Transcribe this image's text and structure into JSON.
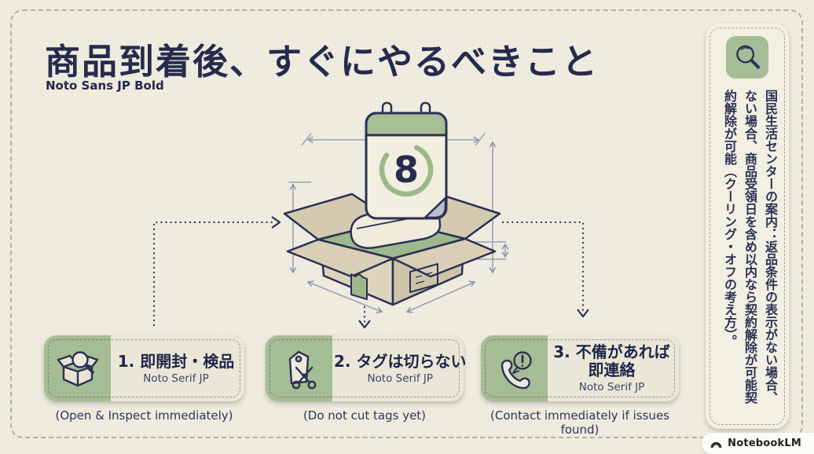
{
  "header": {
    "title": "商品到着後、すぐにやるべきこと",
    "font_label": "Noto Sans JP Bold"
  },
  "illustration": {
    "calendar_day": "8"
  },
  "sidebar": {
    "icon": "magnifier-icon",
    "text": "国民生活センターの案内：返品条件の表示がない場合、ない場合、商品受領日を含め以内なら契約解除が可能契約解除が可能（クーリング・オフの考え方）。"
  },
  "steps": [
    {
      "number": "1.",
      "title_line1": "即開封・検品",
      "title_line2": "",
      "font_label": "Noto Serif JP",
      "caption": "(Open & Inspect immediately)",
      "icon": "box-magnifier-icon"
    },
    {
      "number": "2.",
      "title_line1": "タグは切らない",
      "title_line2": "",
      "font_label": "Noto Serif JP",
      "caption": "(Do not cut tags yet)",
      "icon": "tag-scissors-icon"
    },
    {
      "number": "3.",
      "title_line1": "不備があれば",
      "title_line2": "即連絡",
      "font_label": "Noto Serif JP",
      "caption": "(Contact immediately if issues found)",
      "icon": "phone-alert-icon"
    }
  ],
  "watermark": {
    "label": "NotebookLM"
  },
  "colors": {
    "navy": "#2b3154",
    "green": "#a5bd94",
    "cream_card": "#ebe7d8",
    "background": "#efece0",
    "dimension_line": "#8a93ae"
  }
}
